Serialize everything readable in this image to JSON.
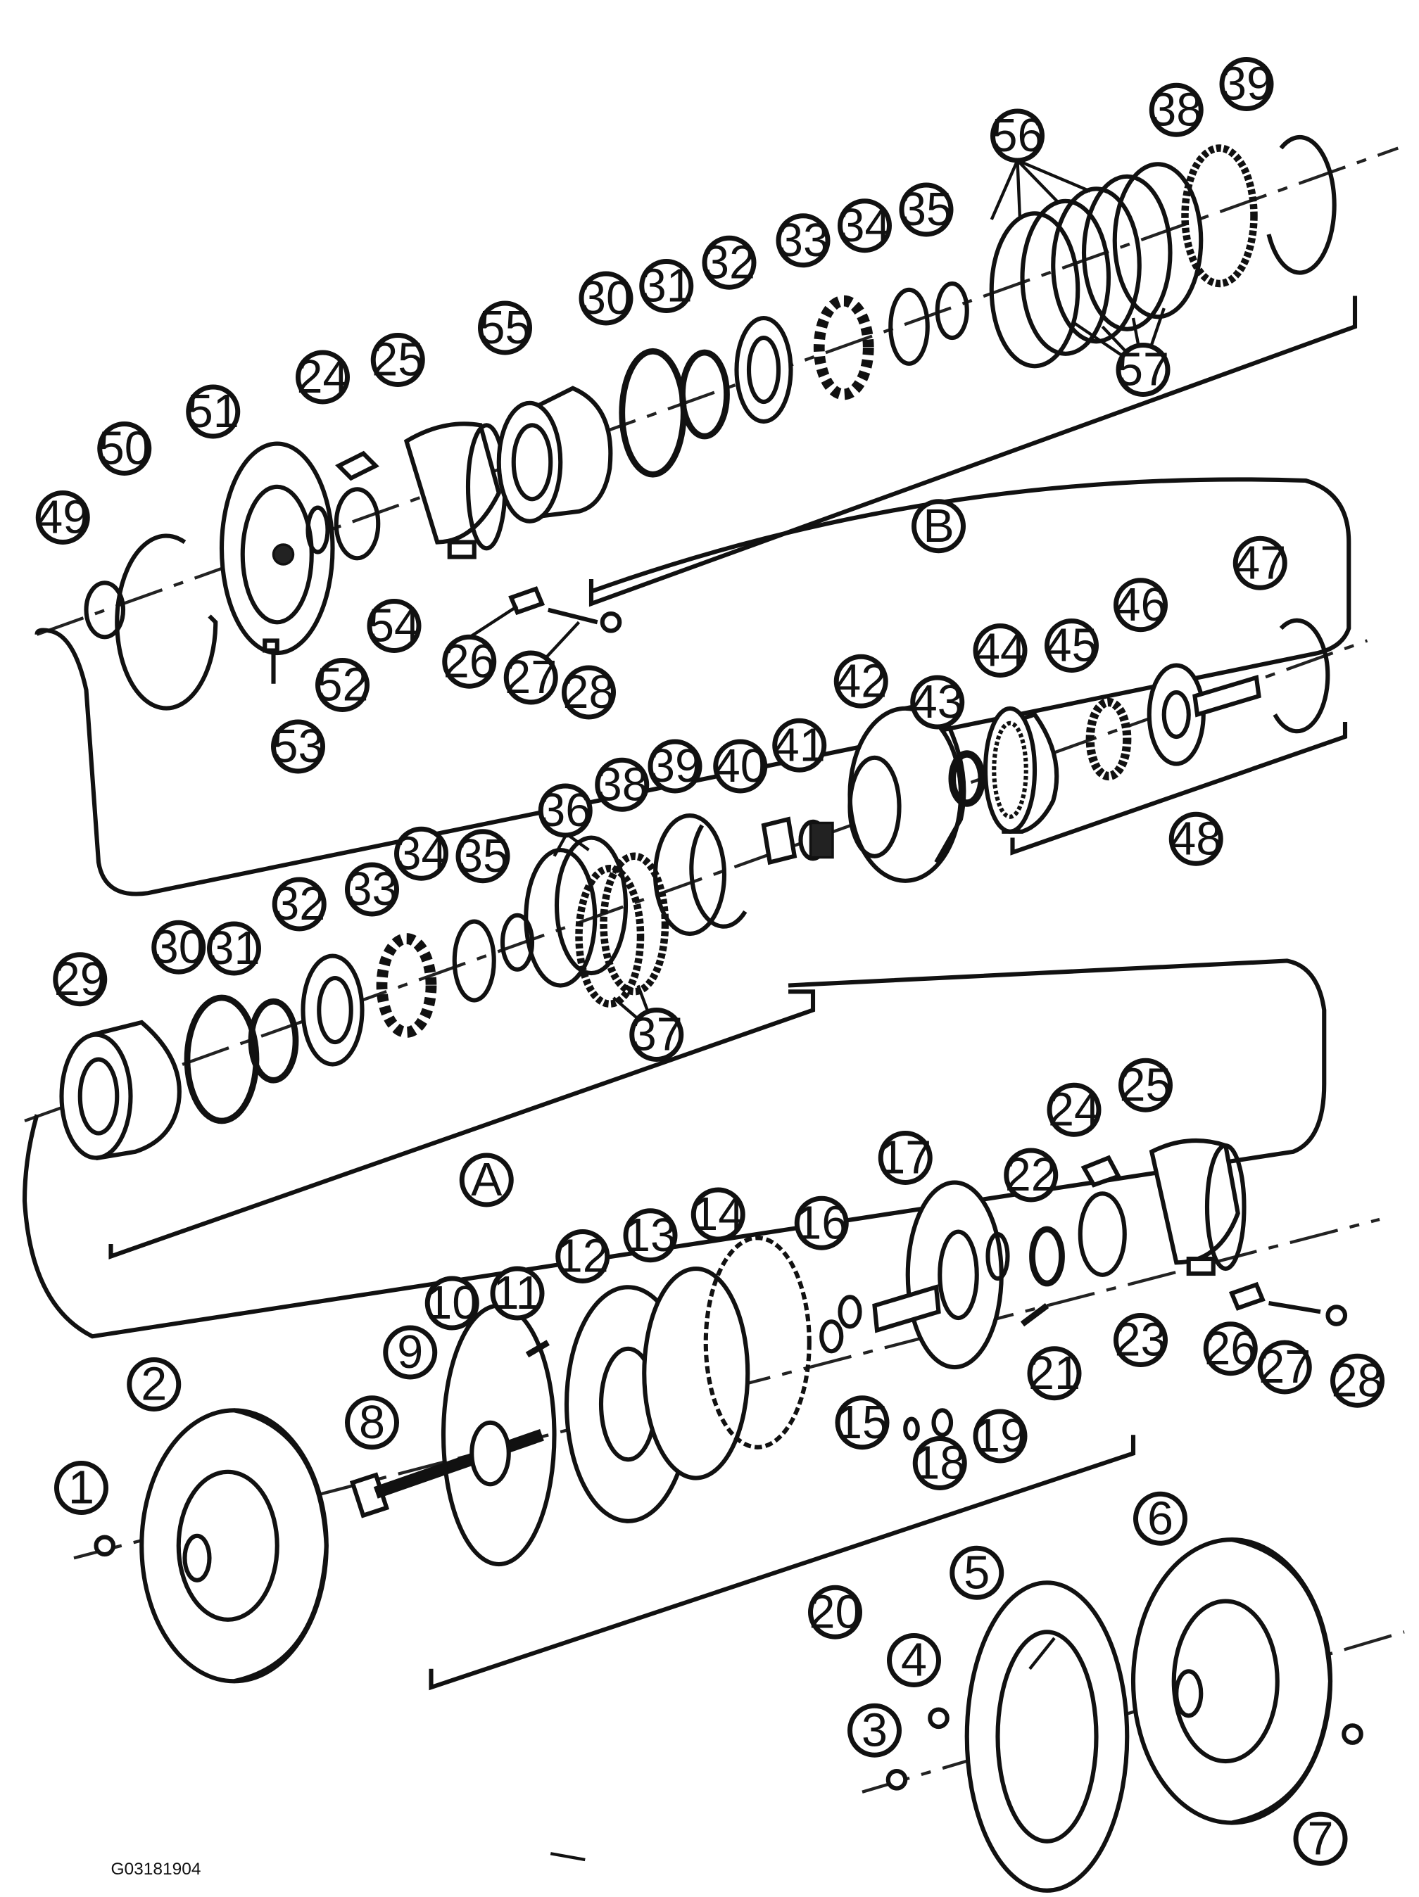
{
  "figure_id": "G03181904",
  "group_labels": {
    "a": "A",
    "b": "B"
  },
  "callouts": {
    "c1": "1",
    "c2": "2",
    "c3": "3",
    "c4": "4",
    "c5": "5",
    "c6": "6",
    "c7": "7",
    "c8": "8",
    "c9": "9",
    "c10": "10",
    "c11": "11",
    "c12": "12",
    "c13": "13",
    "c14": "14",
    "c15": "15",
    "c16": "16",
    "c17": "17",
    "c18": "18",
    "c19": "19",
    "c20": "20",
    "c21": "21",
    "c22": "22",
    "c23": "23",
    "c24a": "24",
    "c25a": "25",
    "c26a": "26",
    "c27a": "27",
    "c28a": "28",
    "c24b": "24",
    "c25b": "25",
    "c26b": "26",
    "c27b": "27",
    "c28b": "28",
    "c29": "29",
    "c30a": "30",
    "c31a": "31",
    "c32a": "32",
    "c33a": "33",
    "c34a": "34",
    "c35a": "35",
    "c30b": "30",
    "c31b": "31",
    "c32b": "32",
    "c33b": "33",
    "c34b": "34",
    "c35b": "35",
    "c36": "36",
    "c37": "37",
    "c38a": "38",
    "c39a": "39",
    "c38b": "38",
    "c39b": "39",
    "c40": "40",
    "c41": "41",
    "c42": "42",
    "c43": "43",
    "c44": "44",
    "c45": "45",
    "c46": "46",
    "c47": "47",
    "c48": "48",
    "c49": "49",
    "c50": "50",
    "c51": "51",
    "c52": "52",
    "c53": "53",
    "c54": "54",
    "c55": "55",
    "c56": "56",
    "c57": "57"
  }
}
